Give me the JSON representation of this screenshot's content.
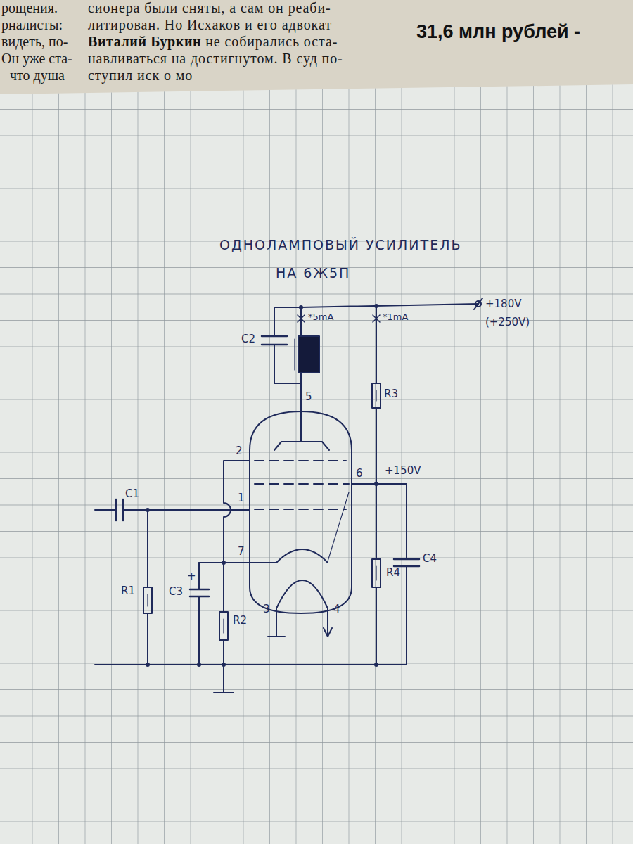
{
  "diagram": {
    "title": "ОДНОЛАМПОВЫЙ УСИЛИТЕЛЬ",
    "labels": [
      "рощения.",
      "рналисты:",
      "видеть, по-",
      "Он уже ста-",
      "что душа",
      "сионера были сняты, а сам он реаби-",
      "литирован. Но Исхаков и его адвокат",
      "Виталий Буркин",
      "не собирались оста-",
      "навливаться на достигнутом. В суд по-",
      "ступил иск о мо",
      "31,6 млн рублей -",
      "НА 6Ж5П",
      "+180V",
      "(+250V)",
      "*5mA",
      "*1mA",
      "C2",
      "R3",
      "5",
      "2",
      "1",
      "6",
      "+150V",
      "C1",
      "C3",
      "+",
      "7",
      "R2",
      "C4",
      "R4",
      "R1",
      "3",
      "4"
    ]
  }
}
